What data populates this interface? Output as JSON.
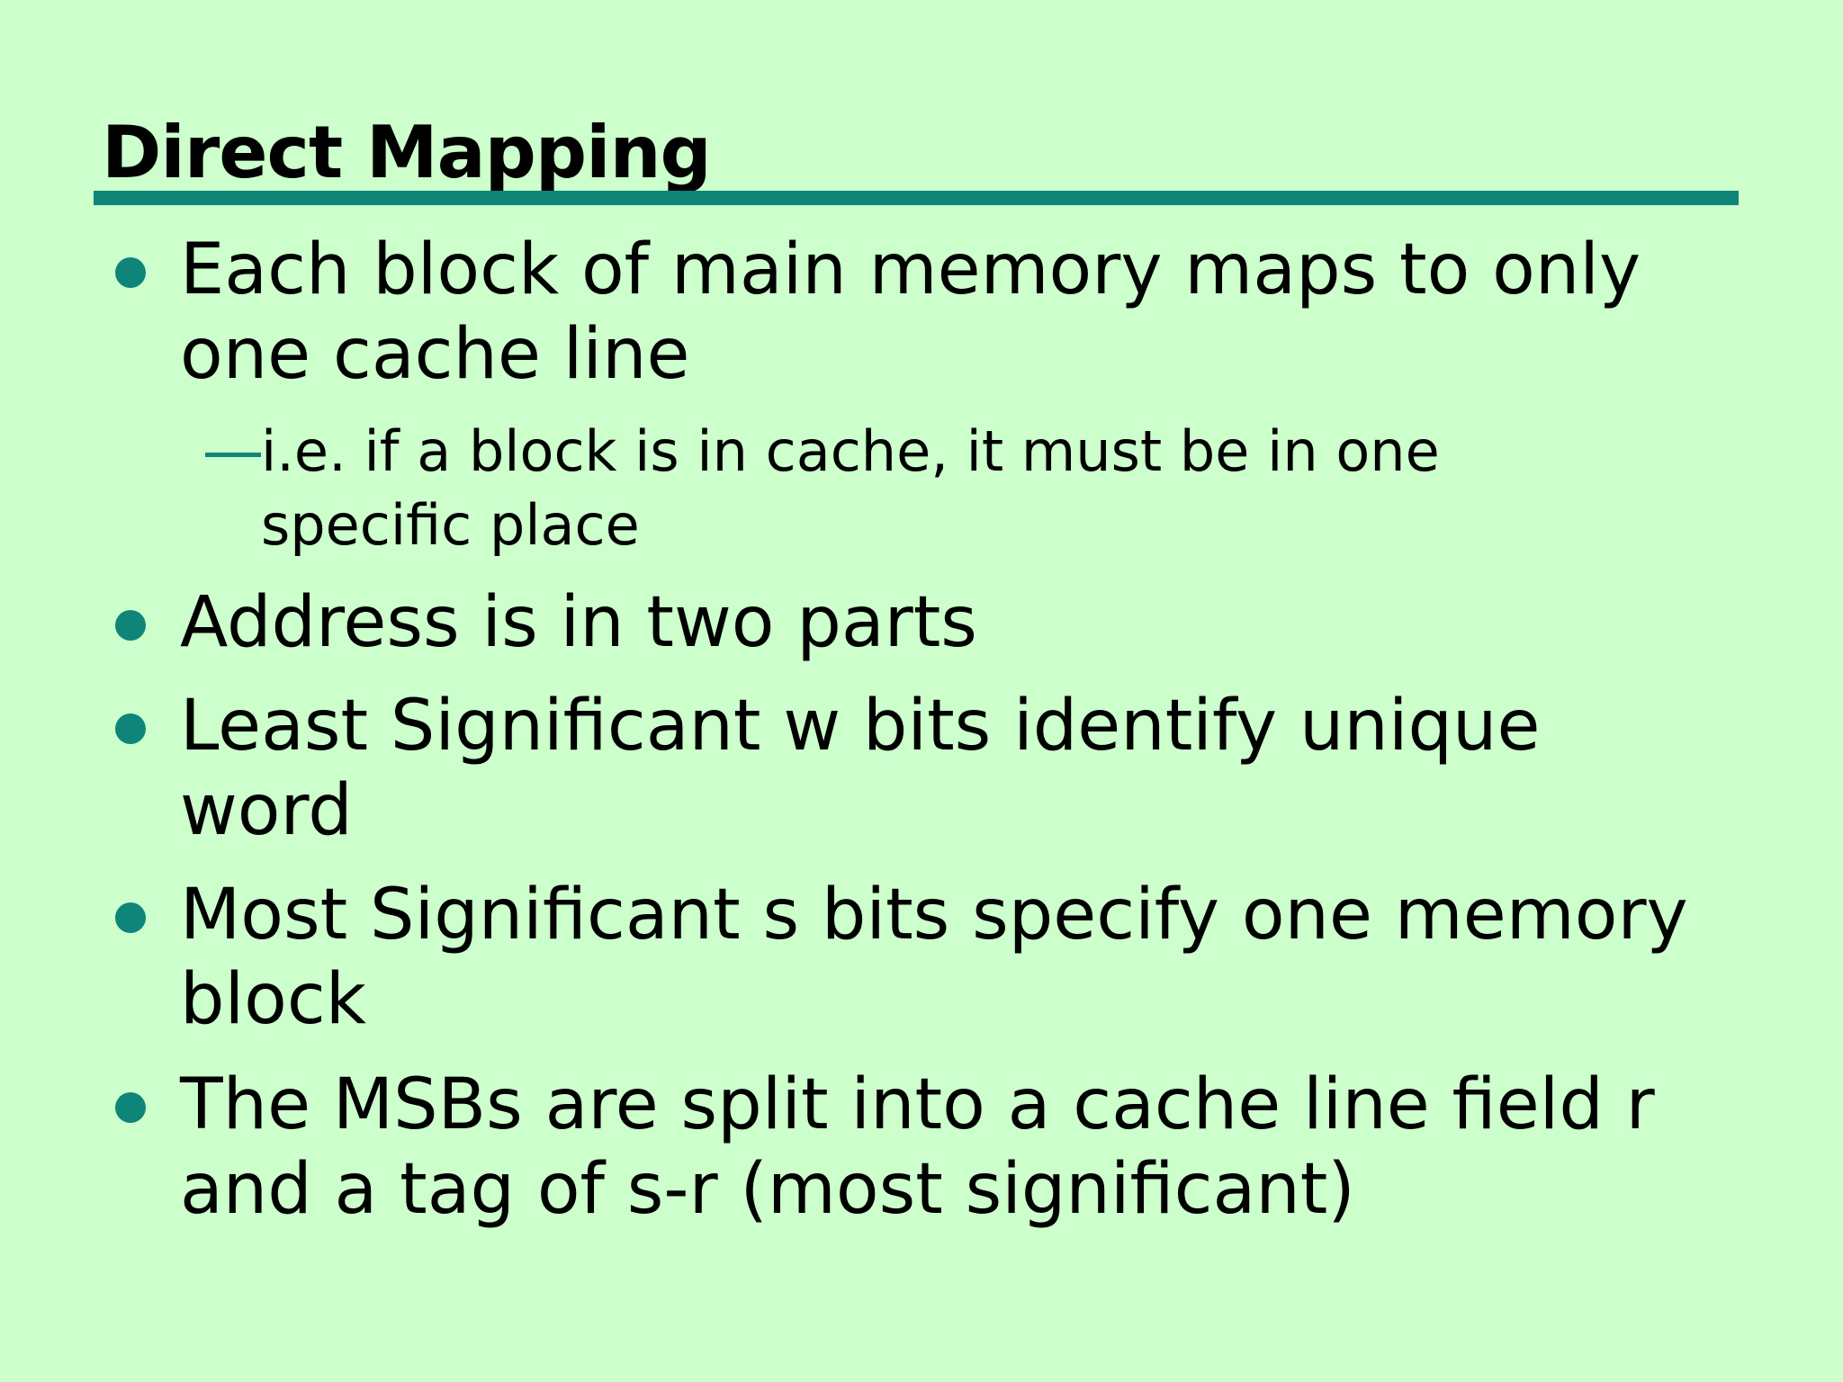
{
  "slide": {
    "title": "Direct Mapping",
    "bullets": [
      {
        "line1": "Each block of main memory maps to only",
        "line2": "one cache line",
        "sub": {
          "line1": "i.e. if a block is in cache, it must be in one",
          "line2": "specific place"
        }
      },
      {
        "line1": "Address is in two parts"
      },
      {
        "line1": "Least Significant w bits identify unique",
        "line2": "word"
      },
      {
        "line1": "Most Significant s bits specify one memory",
        "line2": "block"
      },
      {
        "line1": "The MSBs are split into a cache line field r",
        "line2": "and a tag of s-r (most significant)"
      }
    ],
    "colors": {
      "background": "#ccffcc",
      "accent": "#0f857a",
      "text": "#000000"
    }
  }
}
